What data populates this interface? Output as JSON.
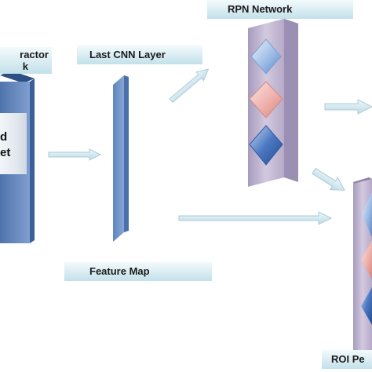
{
  "labels": {
    "extractor_line1": "ractor",
    "extractor_line2": "k",
    "backbone_line1": "d",
    "backbone_line2": "et",
    "last_cnn_layer": "Last CNN Layer",
    "rpn_network": "RPN Network",
    "feature_map": "Feature Map",
    "roi_pooling": "ROI Pe"
  },
  "colors": {
    "arrow": "#cfe7ef",
    "arrow_stroke": "#a9ccd9",
    "feature_map": "#6f95c9",
    "rpn_panel": "#c2b6d4",
    "diamond_blue_light": "#a9c4e8",
    "diamond_pink": "#f0b7b3",
    "diamond_blue_dark": "#3f6fc0"
  }
}
